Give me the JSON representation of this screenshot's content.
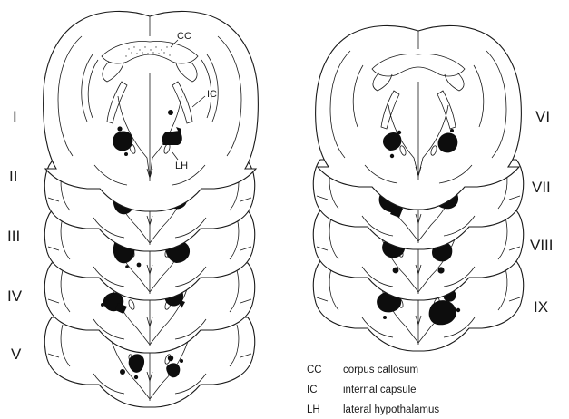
{
  "sections": {
    "left": [
      "I",
      "II",
      "III",
      "IV",
      "V"
    ],
    "right": [
      "VI",
      "VII",
      "VIII",
      "IX"
    ]
  },
  "annotations": {
    "cc": "CC",
    "ic": "IC",
    "lh": "LH"
  },
  "legend": [
    {
      "abbr": "CC",
      "text": "corpus callosum"
    },
    {
      "abbr": "IC",
      "text": "internal capsule"
    },
    {
      "abbr": "LH",
      "text": "lateral hypothalamus"
    }
  ]
}
